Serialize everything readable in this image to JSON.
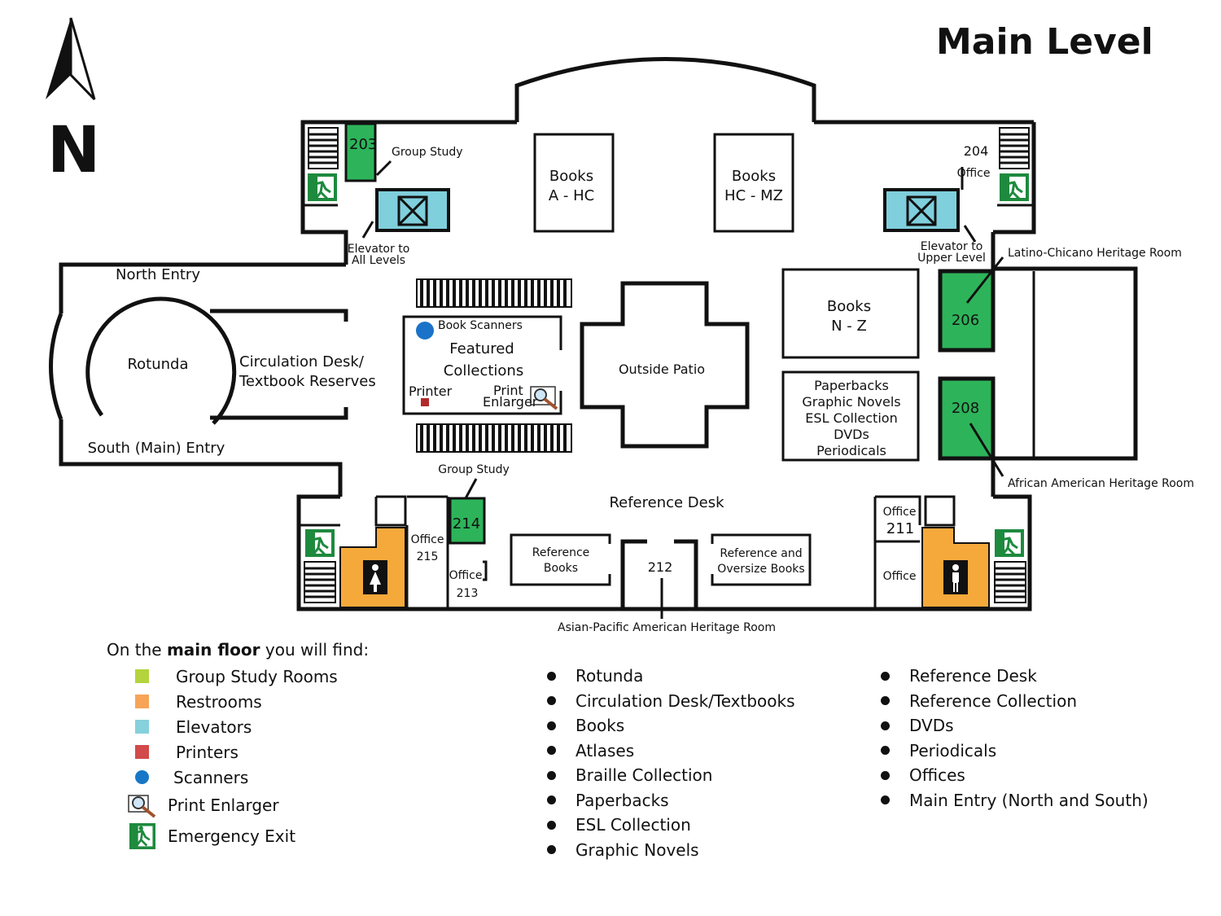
{
  "title": "Main Level",
  "north_label": "N",
  "colors": {
    "group_study": "#2db45a",
    "restroom": "#f5a93b",
    "elevator": "#7fcfdc",
    "printer": "#b22a2a",
    "scanner": "#1a73c9",
    "exit": "#1e8a3e",
    "legend_group_study": "#b5d33d",
    "legend_restroom": "#f7a458",
    "legend_elevator": "#86d1dc",
    "legend_printer": "#d24a4a",
    "legend_scanner": "#1777c6"
  },
  "rooms": {
    "r203": "203",
    "r204": "204",
    "r204_office": "Office",
    "group_study_top": "Group Study",
    "elevator_all_1": "Elevator to",
    "elevator_all_2": "All Levels",
    "elevator_upper_1": "Elevator to",
    "elevator_upper_2": "Upper Level",
    "books_a_hc_1": "Books",
    "books_a_hc_2": "A - HC",
    "books_hc_mz_1": "Books",
    "books_hc_mz_2": "HC - MZ",
    "books_n_z_1": "Books",
    "books_n_z_2": "N - Z",
    "north_entry": "North Entry",
    "south_entry": "South (Main) Entry",
    "rotunda": "Rotunda",
    "circ_1": "Circulation Desk/",
    "circ_2": "Textbook Reserves",
    "book_scanners": "Book Scanners",
    "featured_1": "Featured",
    "featured_2": "Collections",
    "printer": "Printer",
    "print_enlarger_1": "Print",
    "print_enlarger_2": "Enlarger",
    "outside_patio": "Outside Patio",
    "paperbacks_1": "Paperbacks",
    "paperbacks_2": "Graphic Novels",
    "paperbacks_3": "ESL Collection",
    "paperbacks_4": "DVDs",
    "paperbacks_5": "Periodicals",
    "latino": "Latino-Chicano Heritage Room",
    "african": "African American Heritage Room",
    "r206": "206",
    "r208": "208",
    "group_study_bottom": "Group Study",
    "r214": "214",
    "office_215_a": "Office",
    "office_215_b": "215",
    "office_213_a": "Office",
    "office_213_b": "213",
    "reference_desk": "Reference Desk",
    "ref_books_1": "Reference",
    "ref_books_2": "Books",
    "r212": "212",
    "ref_oversize_1": "Reference and",
    "ref_oversize_2": "Oversize Books",
    "office_211_a": "Office",
    "office_211_b": "211",
    "office_lower": "Office",
    "asian_pacific": "Asian-Pacific American Heritage Room"
  },
  "legend": {
    "intro_pre": "On the ",
    "intro_bold": "main floor",
    "intro_post": " you will find:",
    "items": [
      "Group Study Rooms",
      "Restrooms",
      "Elevators",
      "Printers",
      "Scanners",
      "Print Enlarger",
      "Emergency Exit"
    ],
    "col2": [
      "Rotunda",
      "Circulation Desk/Textbooks",
      "Books",
      "Atlases",
      "Braille Collection",
      "Paperbacks",
      "ESL Collection",
      "Graphic Novels"
    ],
    "col3": [
      "Reference Desk",
      "Reference Collection",
      "DVDs",
      "Periodicals",
      "Offices",
      "Main Entry (North and South)"
    ]
  }
}
